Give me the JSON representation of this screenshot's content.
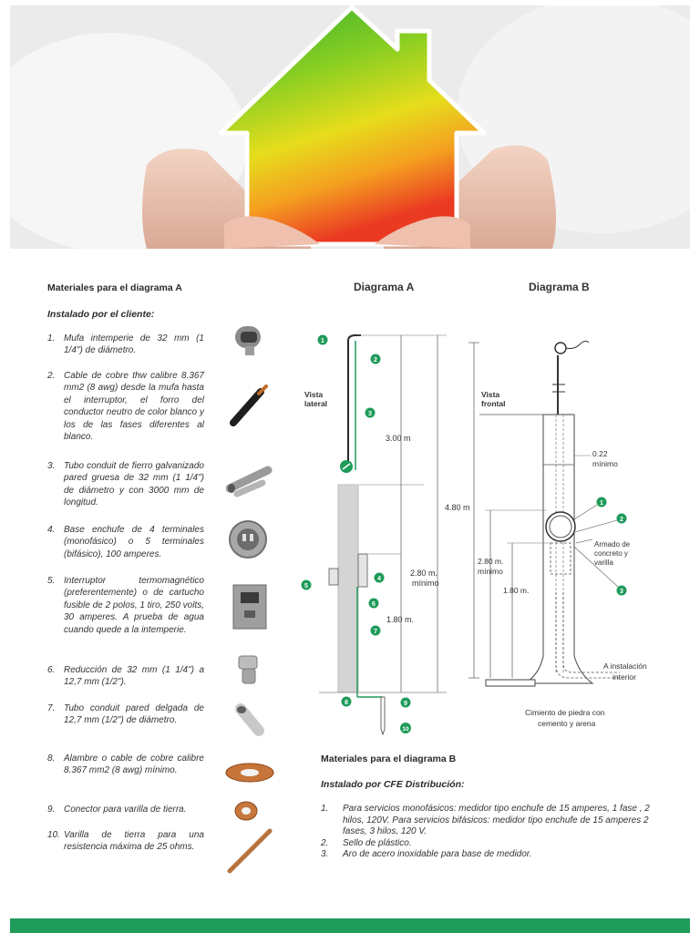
{
  "left_column": {
    "title": "Materiales para el diagrama A",
    "subtitle": "Instalado por el cliente:",
    "items": [
      {
        "num": "1.",
        "text": "Mufa intemperie de 32 mm (1 1/4\") de diámetro."
      },
      {
        "num": "2.",
        "text": "Cable de cobre thw calibre 8.367 mm2 (8 awg) desde la mufa hasta el interruptor, el forro del conductor neutro de color blanco y los de las fases diferentes al blanco."
      },
      {
        "num": "3.",
        "text": "Tubo conduit de fierro galvanizado pared gruesa de 32 mm (1 1/4\") de diámetro y con 3000 mm de longitud."
      },
      {
        "num": "4.",
        "text": "Base enchufe de 4 terminales (monofásico) o 5 terminales (bifásico), 100 amperes."
      },
      {
        "num": "5.",
        "text": "Interruptor termomagnético (preferentemente) o de cartucho fusible de 2 polos, 1 tiro, 250 volts, 30 amperes. A prueba de agua cuando quede a la intemperie."
      },
      {
        "num": "6.",
        "text": "Reducción de 32 mm (1 1/4\") a 12,7 mm (1/2\")."
      },
      {
        "num": "7.",
        "text": "Tubo conduit pared delgada de 12,7 mm (1/2\") de diámetro."
      },
      {
        "num": "8.",
        "text": "Alambre o cable de cobre calibre 8.367 mm2 (8 awg) mínimo."
      },
      {
        "num": "9.",
        "text": "Conector para varilla de tierra."
      },
      {
        "num": "10.",
        "text": "Varilla de tierra para una resistencia máxima de 25 ohms."
      }
    ]
  },
  "diagram_a": {
    "title": "Diagrama A",
    "view_label_1": "Vista",
    "view_label_2": "lateral",
    "dim_300": "3.00 m",
    "dim_480": "4.80 m",
    "dim_280_1": "2.80 m.",
    "dim_280_2": "mínimo",
    "dim_180": "1.80 m.",
    "callouts": [
      "1",
      "2",
      "3",
      "4",
      "5",
      "6",
      "7",
      "8",
      "9",
      "10"
    ]
  },
  "diagram_b": {
    "title": "Diagrama B",
    "view_label_1": "Vista",
    "view_label_2": "frontal",
    "dim_022_1": "0.22",
    "dim_022_2": "mínimo",
    "dim_280_1": "2.80 m.",
    "dim_280_2": "mínimo",
    "dim_180": "1.80 m.",
    "armado_1": "Armado de",
    "armado_2": "concreto y",
    "armado_3": "varilla",
    "instalacion_1": "A instalación",
    "instalacion_2": "interior",
    "cimiento_1": "Cimiento de piedra con",
    "cimiento_2": "cemento y arena",
    "callouts": [
      "1",
      "2",
      "3"
    ]
  },
  "cfe_section": {
    "title": "Materiales para el diagrama B",
    "subtitle": "Instalado por CFE Distribución:",
    "items": [
      {
        "num": "1.",
        "text": "Para servicios monofásicos: medidor tipo enchufe de 15 amperes, 1 fase , 2 hilos, 120V. Para servicios bifásicos: medidor tipo enchufe de 15 amperes 2 fases, 3 hilos, 120 V."
      },
      {
        "num": "2.",
        "text": "Sello de plástico."
      },
      {
        "num": "3.",
        "text": "Aro de acero inoxidable para base de medidor."
      }
    ]
  },
  "colors": {
    "callout_green": "#1f9b5a",
    "footer_green": "#1f9b5a",
    "pole_gray": "#d4d4d4"
  }
}
